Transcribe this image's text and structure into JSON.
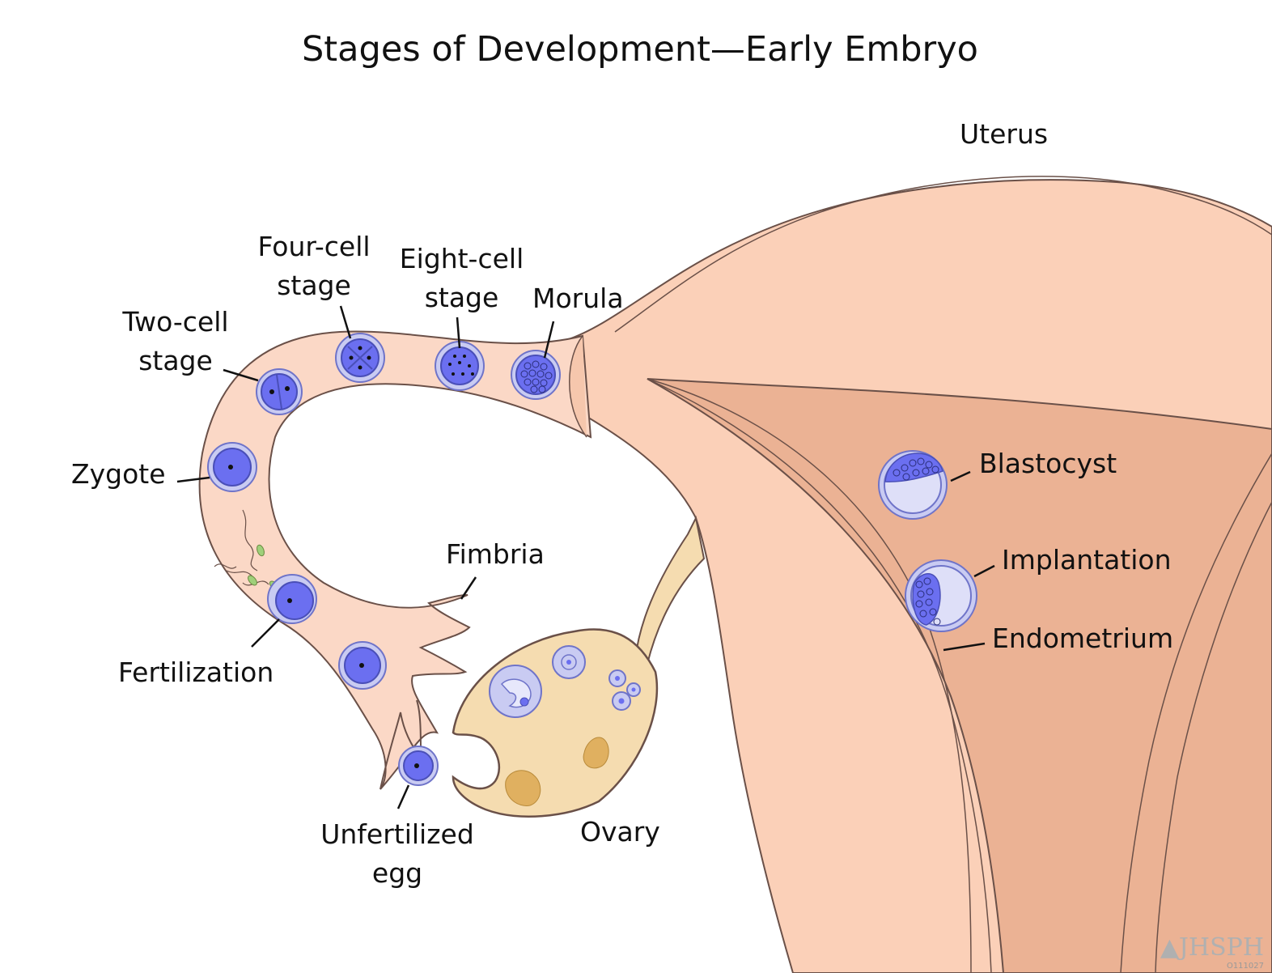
{
  "title": "Stages of Development—Early Embryo",
  "labels": {
    "uterus": "Uterus",
    "four_cell": [
      "Four-cell",
      "stage"
    ],
    "eight_cell": [
      "Eight-cell",
      "stage"
    ],
    "morula": "Morula",
    "two_cell": [
      "Two-cell",
      "stage"
    ],
    "zygote": "Zygote",
    "fimbria": "Fimbria",
    "fertilization": "Fertilization",
    "unfertilized_egg": [
      "Unfertilized",
      "egg"
    ],
    "ovary": "Ovary",
    "blastocyst": "Blastocyst",
    "implantation": "Implantation",
    "endometrium": "Endometrium"
  },
  "watermark": {
    "logo_text": "JHSPH",
    "code": "O111027"
  },
  "colors": {
    "tissue": "#fbd3bf",
    "tissue_outline": "#5a4a44",
    "uterine_cavity": "#ebb294",
    "ovary": "#f5dcb0",
    "cell": "#6b6ff0",
    "zona": "#c9cbf2"
  }
}
